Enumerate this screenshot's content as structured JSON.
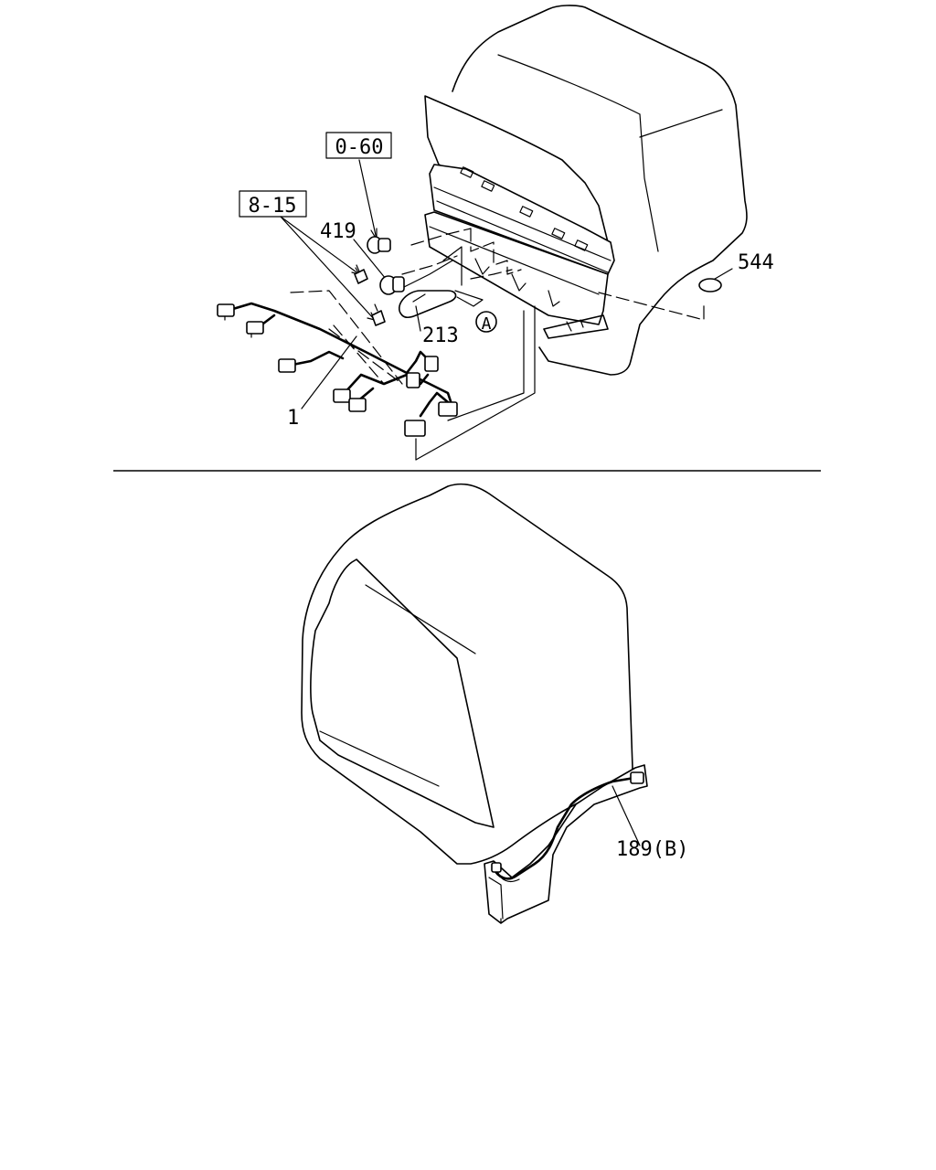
{
  "top_view": {
    "ref_box_1": "0-60",
    "ref_box_2": "8-15",
    "callouts": {
      "p419": "419",
      "p213": "213",
      "p544": "544",
      "p1": "1"
    },
    "circle_ref": "A"
  },
  "bottom_view": {
    "callout_189b": "189(B)"
  }
}
